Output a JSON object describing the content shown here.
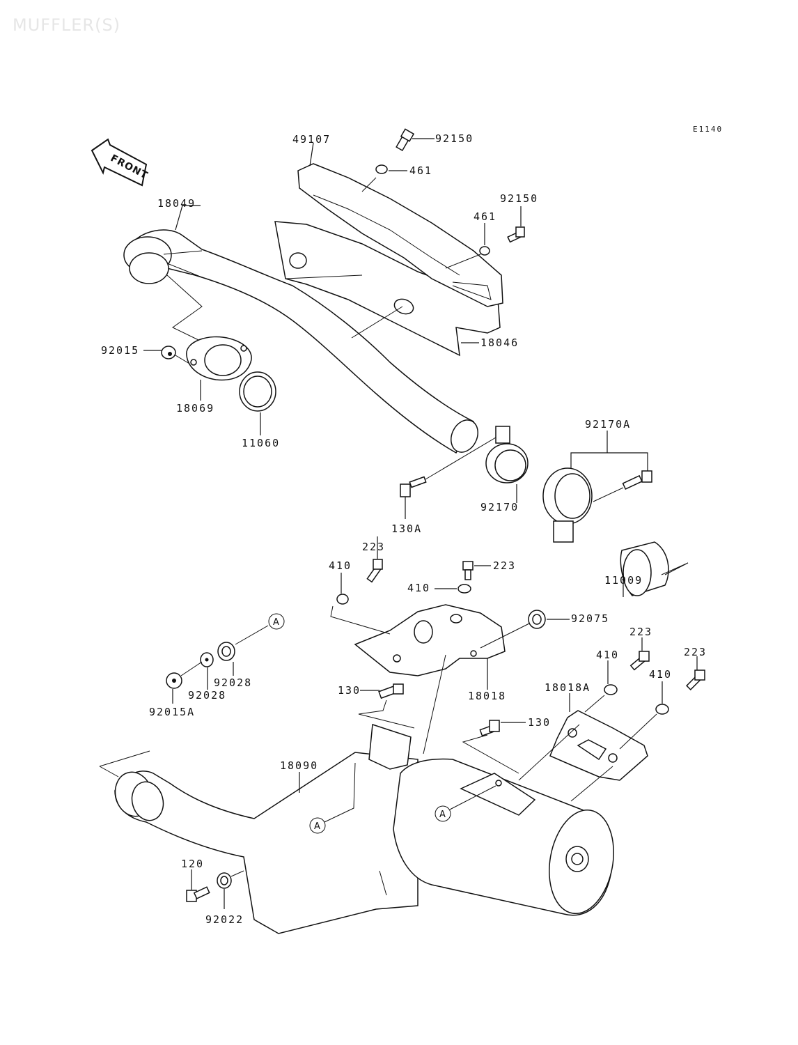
{
  "watermark": "MUFFLER(S)",
  "diagram_code": "E1140",
  "front_label": "FRONT",
  "ref_marker": "A",
  "labels": {
    "p49107": "49107",
    "p92150_top": "92150",
    "p461_top": "461",
    "p92150_right": "92150",
    "p461_right": "461",
    "p18049": "18049",
    "p18046": "18046",
    "p92015": "92015",
    "p18069": "18069",
    "p11060": "11060",
    "p92170A": "92170A",
    "p92170": "92170",
    "p130A": "130A",
    "p11009": "11009",
    "p223_a": "223",
    "p410_a": "410",
    "p223_b": "223",
    "p410_b": "410",
    "p92075": "92075",
    "p18018": "18018",
    "p92028_a": "92028",
    "p92028_b": "92028",
    "p92015A": "92015A",
    "p130_a": "130",
    "p18018A": "18018A",
    "p410_c": "410",
    "p223_c": "223",
    "p410_d": "410",
    "p223_d": "223",
    "p130_b": "130",
    "p18090": "18090",
    "p120": "120",
    "p92022": "92022"
  }
}
